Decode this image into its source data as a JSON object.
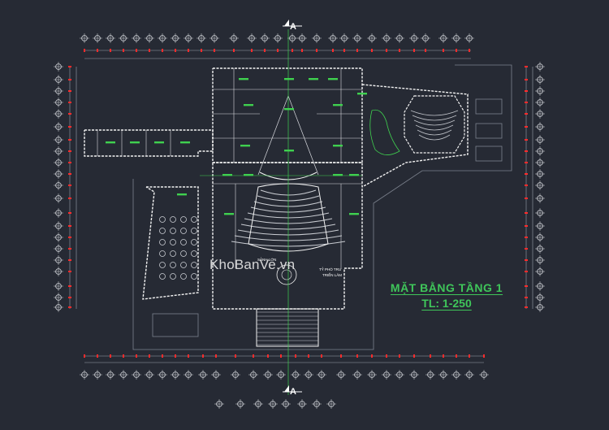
{
  "drawing": {
    "title": "MẶT BẰNG TẦNG 1",
    "scale": "TL: 1-250",
    "watermark": "KhoBanVe.vn",
    "section_mark_top": "A",
    "section_mark_bottom": "A",
    "room_label_left": "SẢNH LỚN",
    "room_label_right_1": "TỶ PHÒ TRƯ",
    "room_label_right_2": "TRIỂN LÃM"
  },
  "colors": {
    "background": "#262a34",
    "wall": "#f2f2f2",
    "grid_red": "#ff2b2b",
    "axis_green": "#3fd04f",
    "label_green": "#3fc65a",
    "dim_gray": "#9aa0ab",
    "frame_gray": "#7c828e"
  }
}
